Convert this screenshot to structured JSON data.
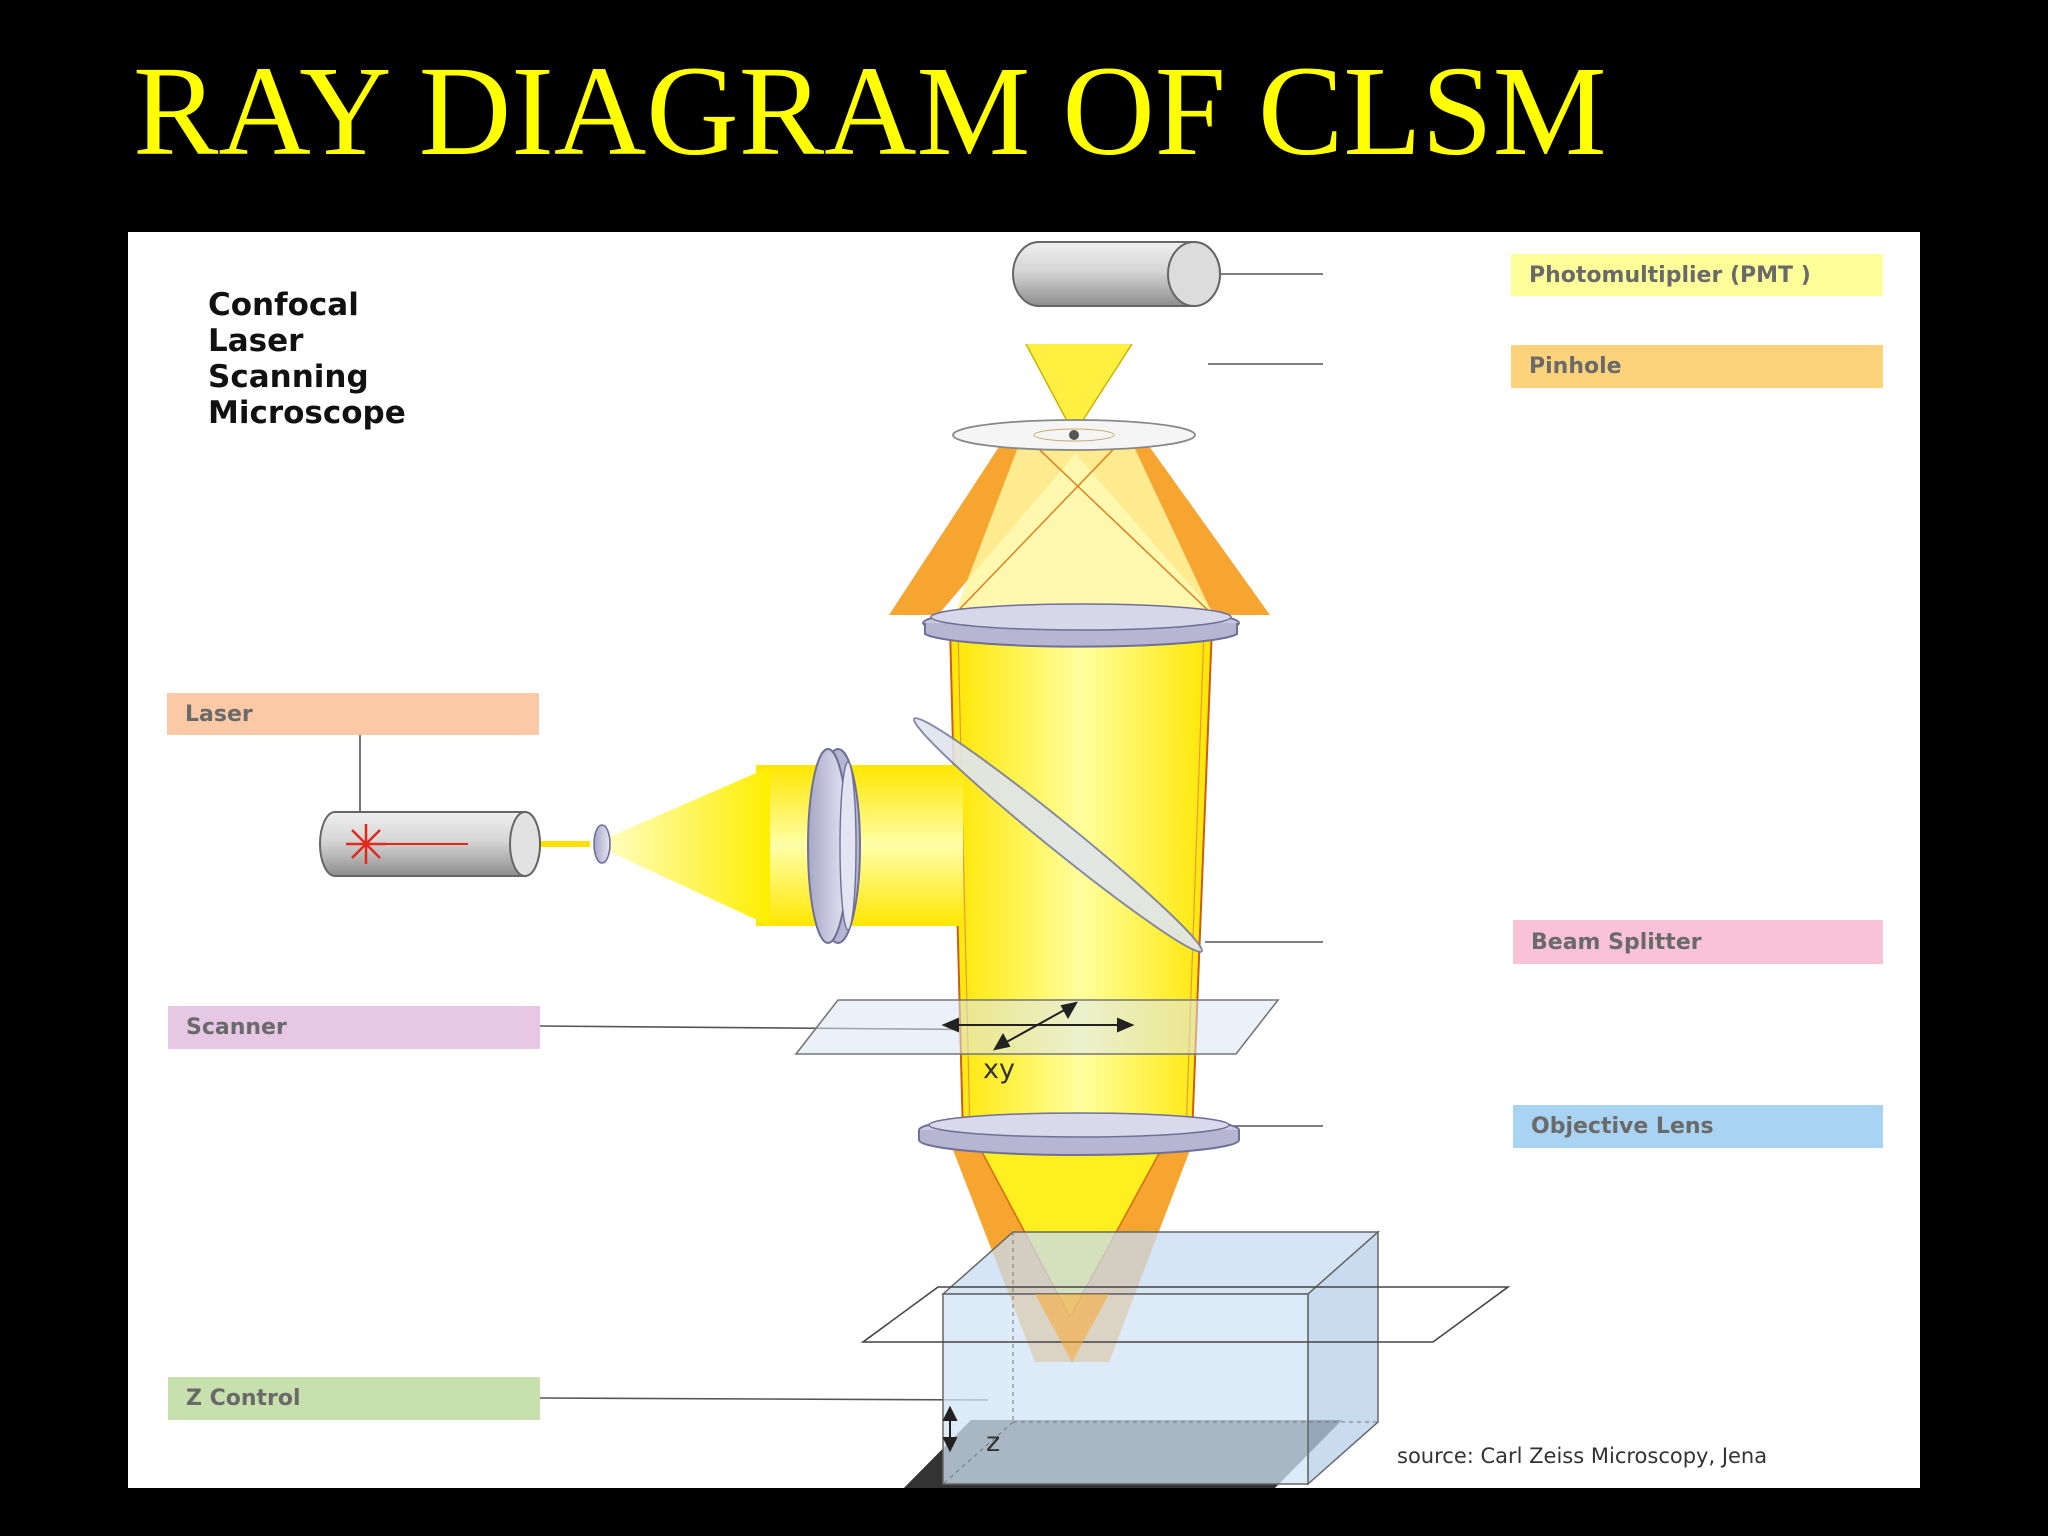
{
  "slide": {
    "title": "RAY DIAGRAM OF CLSM",
    "title_color": "#ffff00",
    "background": "#000000"
  },
  "diagram": {
    "heading": [
      "Confocal",
      "Laser",
      "Scanning",
      "Microscope"
    ],
    "labels": {
      "photomultiplier": {
        "text": "Photomultiplier (PMT )",
        "color": "#ffff99"
      },
      "pinhole": {
        "text": "Pinhole",
        "color": "#fcd27a"
      },
      "laser": {
        "text": "Laser",
        "color": "#fbc9a6"
      },
      "beam_splitter": {
        "text": "Beam Splitter",
        "color": "#f9c2d6"
      },
      "scanner": {
        "text": "Scanner",
        "color": "#e6c7e4"
      },
      "objective_lens": {
        "text": "Objective Lens",
        "color": "#a9d3f2"
      },
      "z_control": {
        "text": "Z Control",
        "color": "#c7e0ad"
      }
    },
    "scanner_axis_label": "xy",
    "z_axis_label": "z",
    "source": "source: Carl Zeiss Microscopy, Jena",
    "beam_color": "#ffff00",
    "return_beam_color": "#f7a531"
  }
}
